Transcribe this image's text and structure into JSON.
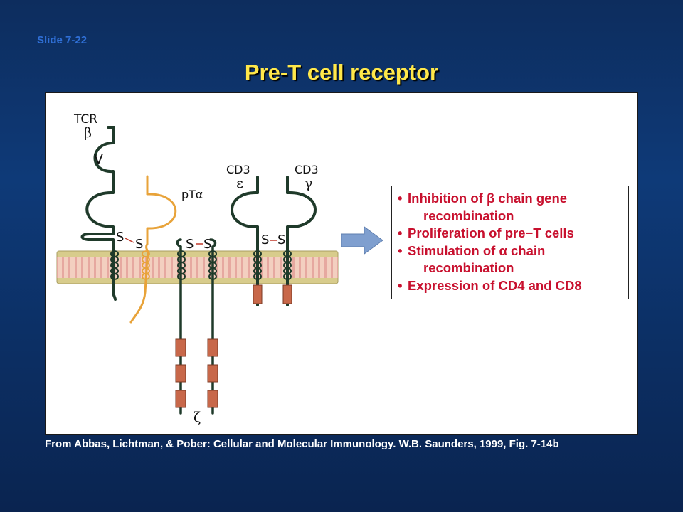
{
  "slide": {
    "label": "Slide 7-22",
    "title": "Pre-T cell receptor",
    "citation": "From Abbas, Lichtman, & Pober: Cellular and Molecular Immunology. W.B. Saunders, 1999, Fig. 7-14b"
  },
  "diagram": {
    "labels": {
      "tcr": "TCR",
      "beta": "β",
      "v_domain": "V",
      "pta": "pTα",
      "cd3_e_name": "CD3",
      "epsilon": "ε",
      "cd3_g_name": "CD3",
      "gamma": "γ",
      "zeta": "ζ",
      "s": "S"
    },
    "effects": [
      {
        "lines": [
          "Inhibition of β chain gene",
          "recombination"
        ]
      },
      {
        "lines": [
          "Proliferation of pre−T cells"
        ]
      },
      {
        "lines": [
          "Stimulation of α chain",
          "recombination"
        ]
      },
      {
        "lines": [
          "Expression of CD4 and CD8"
        ]
      }
    ],
    "colors": {
      "chain_dark": "#1f3a2a",
      "chain_pta": "#e8a33a",
      "membrane_band": "#d8cc8c",
      "membrane_core": "#f3cfc0",
      "itam": "#c8684a",
      "arrow": "#7f9fcf",
      "effect_text": "#c8102e"
    }
  }
}
